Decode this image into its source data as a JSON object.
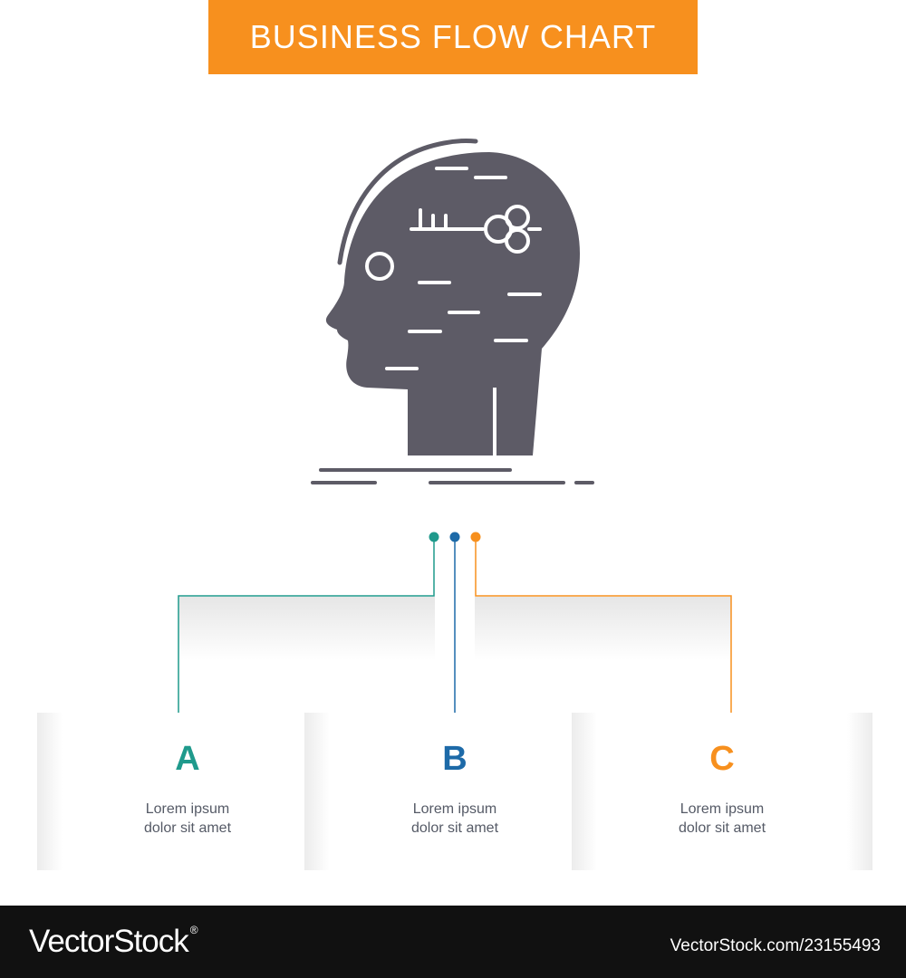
{
  "title": "BUSINESS FLOW CHART",
  "icon": "head-with-key-icon",
  "colors": {
    "banner": "#f7901e",
    "glyph": "#5d5b66",
    "a": "#1f9a8c",
    "b": "#1d6aa8",
    "c": "#f7901e",
    "text": "#555a66",
    "footer": "#111111"
  },
  "steps": [
    {
      "letter": "A",
      "line1": "Lorem ipsum",
      "line2": "dolor sit amet"
    },
    {
      "letter": "B",
      "line1": "Lorem ipsum",
      "line2": "dolor sit amet"
    },
    {
      "letter": "C",
      "line1": "Lorem ipsum",
      "line2": "dolor sit amet"
    }
  ],
  "footer": {
    "brand": "VectorStock",
    "registered": "®",
    "code": "VectorStock.com/23155493"
  }
}
